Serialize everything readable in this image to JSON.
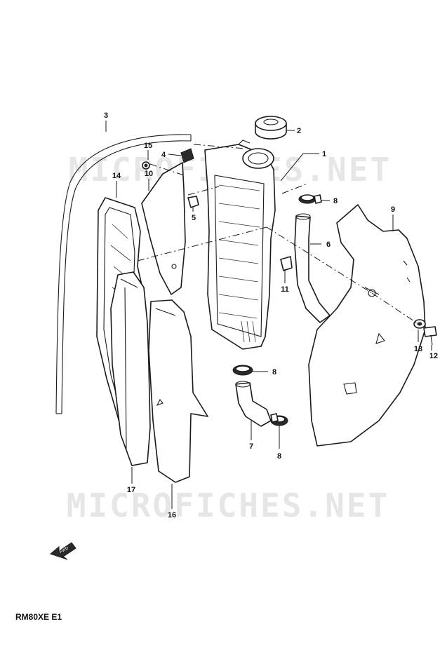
{
  "watermark": {
    "text": "MICROFICHES.NET"
  },
  "model_code": "RM80XE E1",
  "front_marker": {
    "text": "FWD"
  },
  "callouts": [
    {
      "id": "c1",
      "label": "1"
    },
    {
      "id": "c2",
      "label": "2"
    },
    {
      "id": "c3",
      "label": "3"
    },
    {
      "id": "c4",
      "label": "4"
    },
    {
      "id": "c5",
      "label": "5"
    },
    {
      "id": "c6",
      "label": "6"
    },
    {
      "id": "c7",
      "label": "7"
    },
    {
      "id": "c8a",
      "label": "8"
    },
    {
      "id": "c8b",
      "label": "8"
    },
    {
      "id": "c8c",
      "label": "8"
    },
    {
      "id": "c9",
      "label": "9"
    },
    {
      "id": "c10",
      "label": "10"
    },
    {
      "id": "c11",
      "label": "11"
    },
    {
      "id": "c12",
      "label": "12"
    },
    {
      "id": "c13",
      "label": "13"
    },
    {
      "id": "c14",
      "label": "14"
    },
    {
      "id": "c15",
      "label": "15"
    },
    {
      "id": "c16",
      "label": "16"
    },
    {
      "id": "c17",
      "label": "17"
    }
  ]
}
